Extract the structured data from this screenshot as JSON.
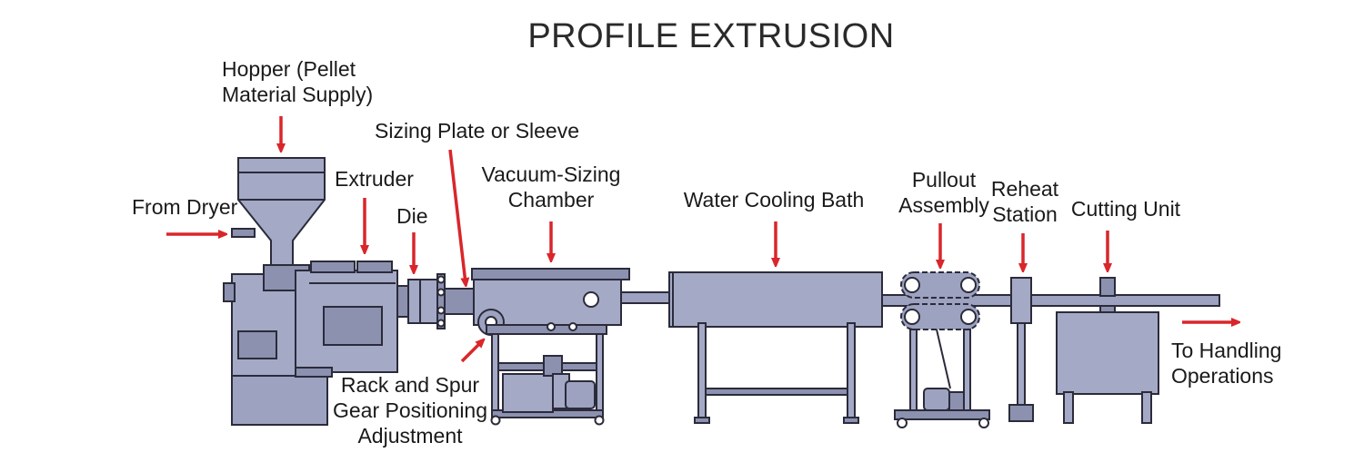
{
  "title": "PROFILE EXTRUSION",
  "colors": {
    "machine_fill": "#a4a9c6",
    "machine_dark": "#8c91b0",
    "outline": "#2b2b3a",
    "arrow": "#d9262b",
    "text": "#1a1a1a"
  },
  "labels": {
    "hopper_line1": "Hopper (Pellet",
    "hopper_line2": "Material Supply)",
    "sizing_plate": "Sizing Plate or Sleeve",
    "extruder": "Extruder",
    "from_dryer": "From Dryer",
    "die": "Die",
    "vacuum_line1": "Vacuum-Sizing",
    "vacuum_line2": "Chamber",
    "water_bath": "Water Cooling Bath",
    "pullout_line1": "Pullout",
    "pullout_line2": "Assembly",
    "reheat_line1": "Reheat",
    "reheat_line2": "Station",
    "cutting": "Cutting Unit",
    "handling_line1": "To Handling",
    "handling_line2": "Operations",
    "rack_line1": "Rack and Spur",
    "rack_line2": "Gear Positioning",
    "rack_line3": "Adjustment"
  }
}
